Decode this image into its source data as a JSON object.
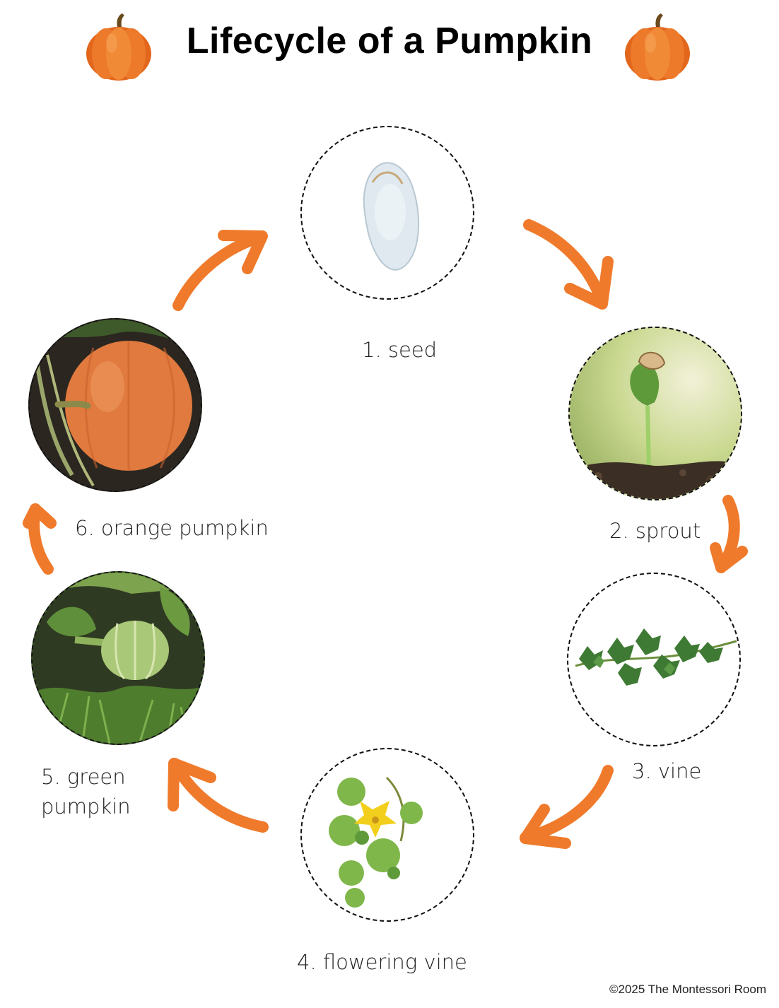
{
  "title": "Lifecycle of a Pumpkin",
  "icons": [
    "pumpkin-icon",
    "pumpkin-icon"
  ],
  "stages": [
    {
      "label": "1. seed",
      "image": "pumpkin-seed"
    },
    {
      "label": "2. sprout",
      "image": "pumpkin-sprout"
    },
    {
      "label": "3. vine",
      "image": "pumpkin-vine"
    },
    {
      "label": "4. flowering vine",
      "image": "flowering-vine"
    },
    {
      "label": "5. green",
      "label_line2": "pumpkin",
      "image": "green-pumpkin"
    },
    {
      "label": "6. orange pumpkin",
      "image": "orange-pumpkin"
    }
  ],
  "footer": "©2025 The Montessori Room",
  "colors": {
    "arrow": "#F07A2B",
    "pumpkin": "#E8762C",
    "border": "#111111"
  }
}
